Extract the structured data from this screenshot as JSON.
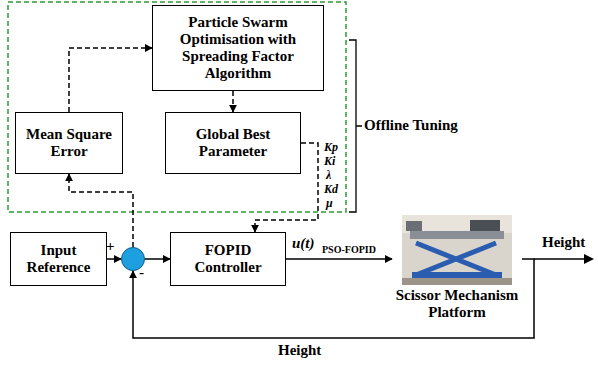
{
  "diagram": {
    "nodes": [
      {
        "text": [
          "Particle Swarm Optimisation with Spreading Factor Algorithm"
        ]
      },
      {
        "text": [
          "Mean Square Error"
        ]
      },
      {
        "text": [
          "Global Best Parameter"
        ]
      },
      {
        "text": [
          "Input Reference"
        ]
      },
      {
        "text": [
          "+",
          "-"
        ]
      },
      {
        "text": [
          "FOPID Controller"
        ]
      },
      {
        "text": [
          "Scissor Mechanism Platform"
        ]
      }
    ],
    "edges": [
      {
        "from": 0,
        "to": 2,
        "arrow": "to"
      },
      {
        "from": 1,
        "to": 0,
        "arrow": "to"
      },
      {
        "from": 4,
        "to": 1,
        "arrow": "to"
      },
      {
        "from": 2,
        "to": 5,
        "arrow": "to"
      },
      {
        "from": 3,
        "to": 4,
        "arrow": "to"
      },
      {
        "from": 4,
        "to": 5,
        "arrow": "to"
      },
      {
        "from": 5,
        "to": 6,
        "arrow": "to"
      },
      {
        "from": 6,
        "to": 4,
        "label": "Height",
        "arrow": "to"
      }
    ],
    "labels": [
      "Offline Tuning",
      "Kp",
      "Ki",
      "λ",
      "Kd",
      "μ",
      "u(t)",
      "PSO-FOPID",
      "Height"
    ]
  }
}
